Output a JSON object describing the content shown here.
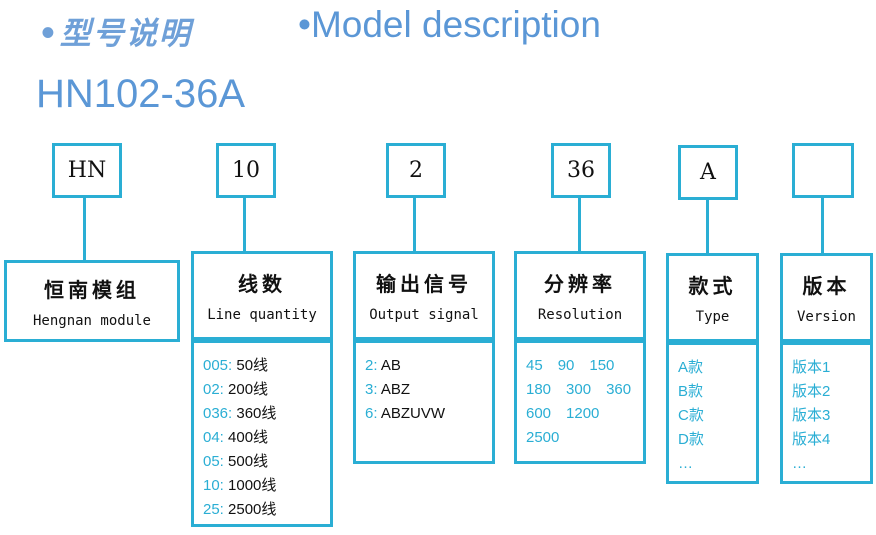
{
  "header": {
    "title_cn": "•型号说明",
    "title_en": "•Model description",
    "model_code": "HN102-36A"
  },
  "code_segments": [
    "HN",
    "10",
    "2",
    "36",
    "A",
    ""
  ],
  "fields": [
    {
      "cn": "恒南模组",
      "en": "Hengnan module"
    },
    {
      "cn": "线数",
      "en": "Line quantity"
    },
    {
      "cn": "输出信号",
      "en": "Output signal"
    },
    {
      "cn": "分辨率",
      "en": "Resolution"
    },
    {
      "cn": "款式",
      "en": "Type"
    },
    {
      "cn": "版本",
      "en": "Version"
    }
  ],
  "line_quantity": [
    {
      "code": "005:",
      "value": "50线"
    },
    {
      "code": "02:",
      "value": "200线"
    },
    {
      "code": "036:",
      "value": "360线"
    },
    {
      "code": "04:",
      "value": "400线"
    },
    {
      "code": "05:",
      "value": "500线"
    },
    {
      "code": "10:",
      "value": "1000线"
    },
    {
      "code": "25:",
      "value": "2500线"
    }
  ],
  "output_signal": [
    {
      "code": "2:",
      "value": "AB"
    },
    {
      "code": "3:",
      "value": "ABZ"
    },
    {
      "code": "6:",
      "value": "ABZUVW"
    }
  ],
  "resolution": [
    "45",
    "90",
    "150",
    "180",
    "300",
    "360",
    "600",
    "1200",
    "2500"
  ],
  "type_options": [
    "A款",
    "B款",
    "C款",
    "D款",
    "…"
  ],
  "version_options": [
    "版本1",
    "版本2",
    "版本3",
    "版本4",
    "…"
  ],
  "colors": {
    "accent": "#2aaed4",
    "title": "#5b97d6"
  }
}
